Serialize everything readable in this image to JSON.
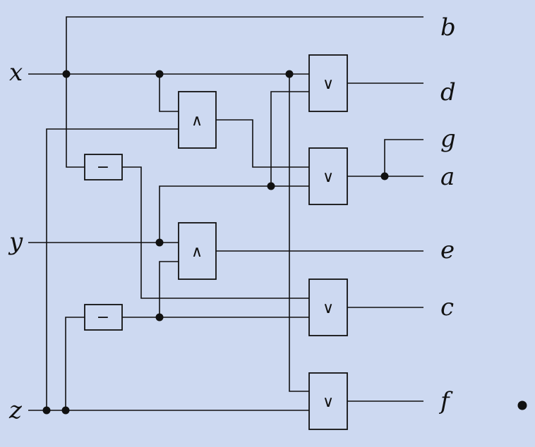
{
  "inputs": {
    "x": "x",
    "y": "y",
    "z": "z"
  },
  "outputs": {
    "b": "b",
    "d": "d",
    "g": "g",
    "a": "a",
    "e": "e",
    "c": "c",
    "f": "f"
  },
  "gates": {
    "or_d": "∨",
    "and_top": "∧",
    "not_top": "−",
    "or_a": "∨",
    "and_mid": "∧",
    "or_c": "∨",
    "not_bottom": "−",
    "or_f": "∨"
  }
}
